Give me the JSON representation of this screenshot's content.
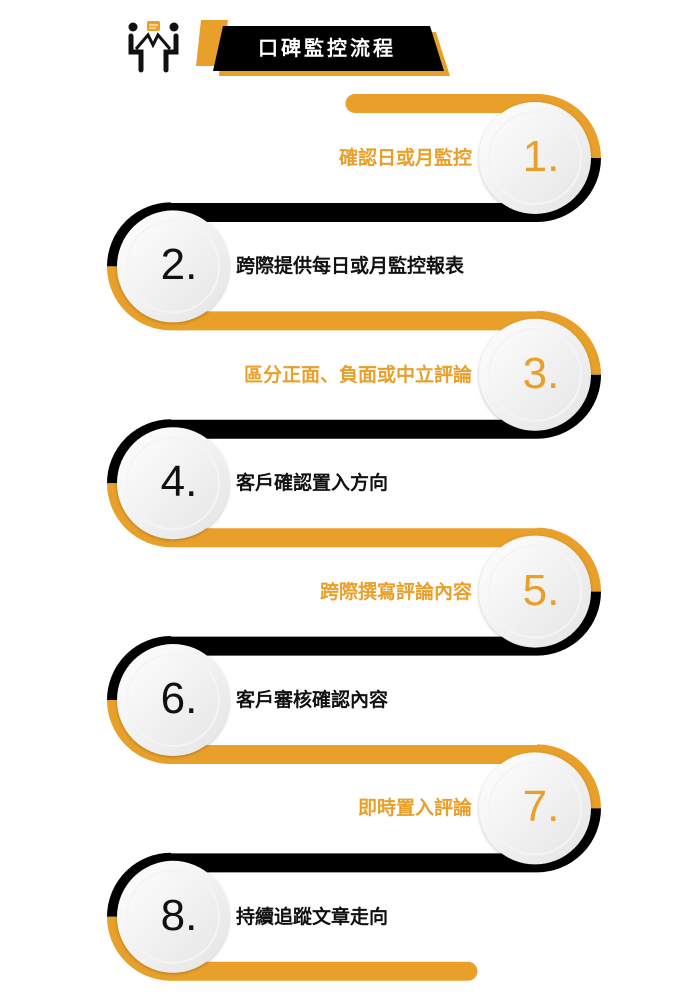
{
  "header": {
    "title": "口碑監控流程",
    "icon": "meeting-people-chat-icon"
  },
  "colors": {
    "accent": "#E8A02A",
    "dark": "#000000",
    "text_dark": "#111111"
  },
  "steps": [
    {
      "number": "1.",
      "label": "確認日或月監控"
    },
    {
      "number": "2.",
      "label": "跨際提供每日或月監控報表"
    },
    {
      "number": "3.",
      "label": "區分正面、負面或中立評論"
    },
    {
      "number": "4.",
      "label": "客戶確認置入方向"
    },
    {
      "number": "5.",
      "label": "跨際撰寫評論內容"
    },
    {
      "number": "6.",
      "label": "客戶審核確認內容"
    },
    {
      "number": "7.",
      "label": "即時置入評論"
    },
    {
      "number": "8.",
      "label": "持續追蹤文章走向"
    }
  ]
}
